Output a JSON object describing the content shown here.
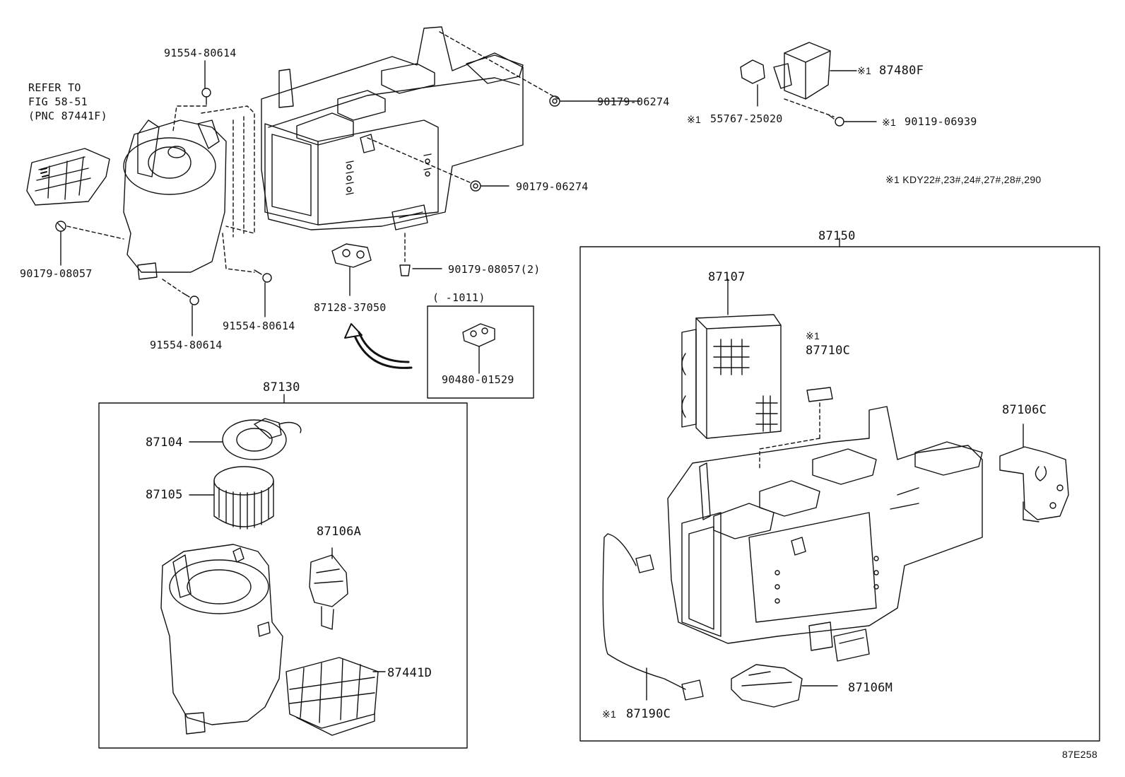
{
  "top_assembly": {
    "refer_line1": "REFER TO",
    "refer_line2": "FIG 58-51",
    "refer_line3": "(PNC 87441F)",
    "bolt_top": "91554-80614",
    "bolt_mid": "91554-80614",
    "bolt_low": "91554-80614",
    "nut_left": "90179-08057",
    "nut_center": "90179-08057(2)",
    "nut_upper_right": "90179-06274",
    "nut_mid_right": "90179-06274",
    "cushion": "87128-37050",
    "inset_range": "(    -1011)",
    "inset_part": "90480-01529"
  },
  "relay": {
    "relay_part": "87480F",
    "relay_prefix": "※1",
    "socket_prefix": "※1",
    "socket_part": "55767-25020",
    "screw_prefix": "※1",
    "screw_part": "90119-06939"
  },
  "footnote": "※1 KDY22#,23#,24#,27#,28#,290",
  "blower_group": {
    "title": "87130",
    "motor": "87104",
    "fan": "87105",
    "servo": "87106A",
    "filter": "87441D"
  },
  "case_group": {
    "title": "87150",
    "evaporator": "87107",
    "thermistor_prefix": "※1",
    "thermistor": "87710C",
    "servo_c": "87106C",
    "servo_m": "87106M",
    "harness_prefix": "※1",
    "harness": "87190C"
  },
  "figure_code": "87E258"
}
